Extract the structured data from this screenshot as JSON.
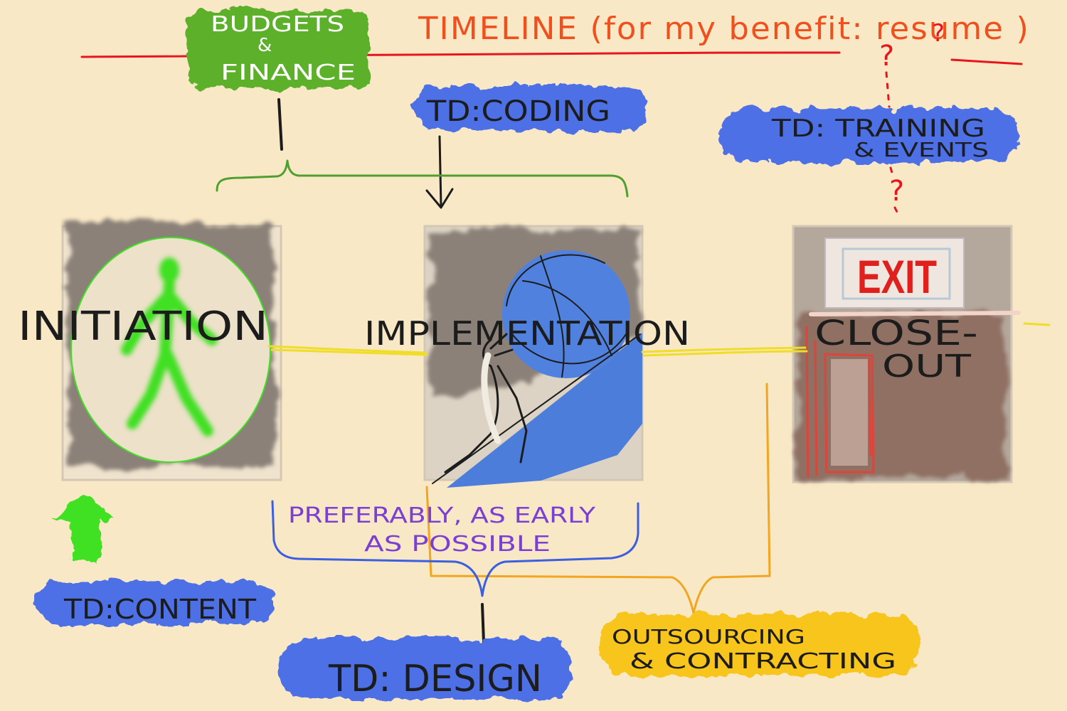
{
  "title": "TIMELINE (for my benefit: resume )",
  "question_marks": [
    "?",
    "?",
    "?"
  ],
  "nodes": {
    "budgets": {
      "lines": [
        "BUDGETS",
        "&",
        "FINANCE"
      ]
    },
    "coding": {
      "label": "TD:CODING"
    },
    "training": {
      "lines": [
        "TD: TRAINING",
        "& EVENTS"
      ]
    },
    "content": {
      "label": "TD:CONTENT"
    },
    "design": {
      "label": "TD: DESIGN"
    },
    "outsourcing": {
      "lines": [
        "OUTSOURCING",
        "& CONTRACTING"
      ]
    }
  },
  "phases": [
    {
      "label": "INITIATION",
      "icon": "walking-figure-icon"
    },
    {
      "label": "IMPLEMENTATION",
      "icon": "boulder-pushing-figure-icon"
    },
    {
      "label_lines": [
        "CLOSE-",
        "OUT"
      ],
      "icon": "exit-sign-icon",
      "sign_text": "EXIT"
    }
  ],
  "note": {
    "lines": [
      "PREFERABLY, AS EARLY",
      "AS POSSIBLE"
    ]
  },
  "colors": {
    "background": "#f9e8c6",
    "green_blob": "#5cb02c",
    "blue_blob": "#4d6fe6",
    "yellow_blob": "#f7c51d",
    "timeline_red": "#e8141e",
    "title_orange": "#f0501e",
    "note_purple": "#7b3fd6",
    "connector_yellow": "#efdd28",
    "bracket_orange": "#f2a51f",
    "bracket_blue": "#3c5fe2",
    "bracket_green": "#4e9f2e",
    "figure_green": "#3fe024",
    "exit_red": "#e0201c",
    "ink": "#1c1c1c",
    "white": "#ffffff"
  }
}
